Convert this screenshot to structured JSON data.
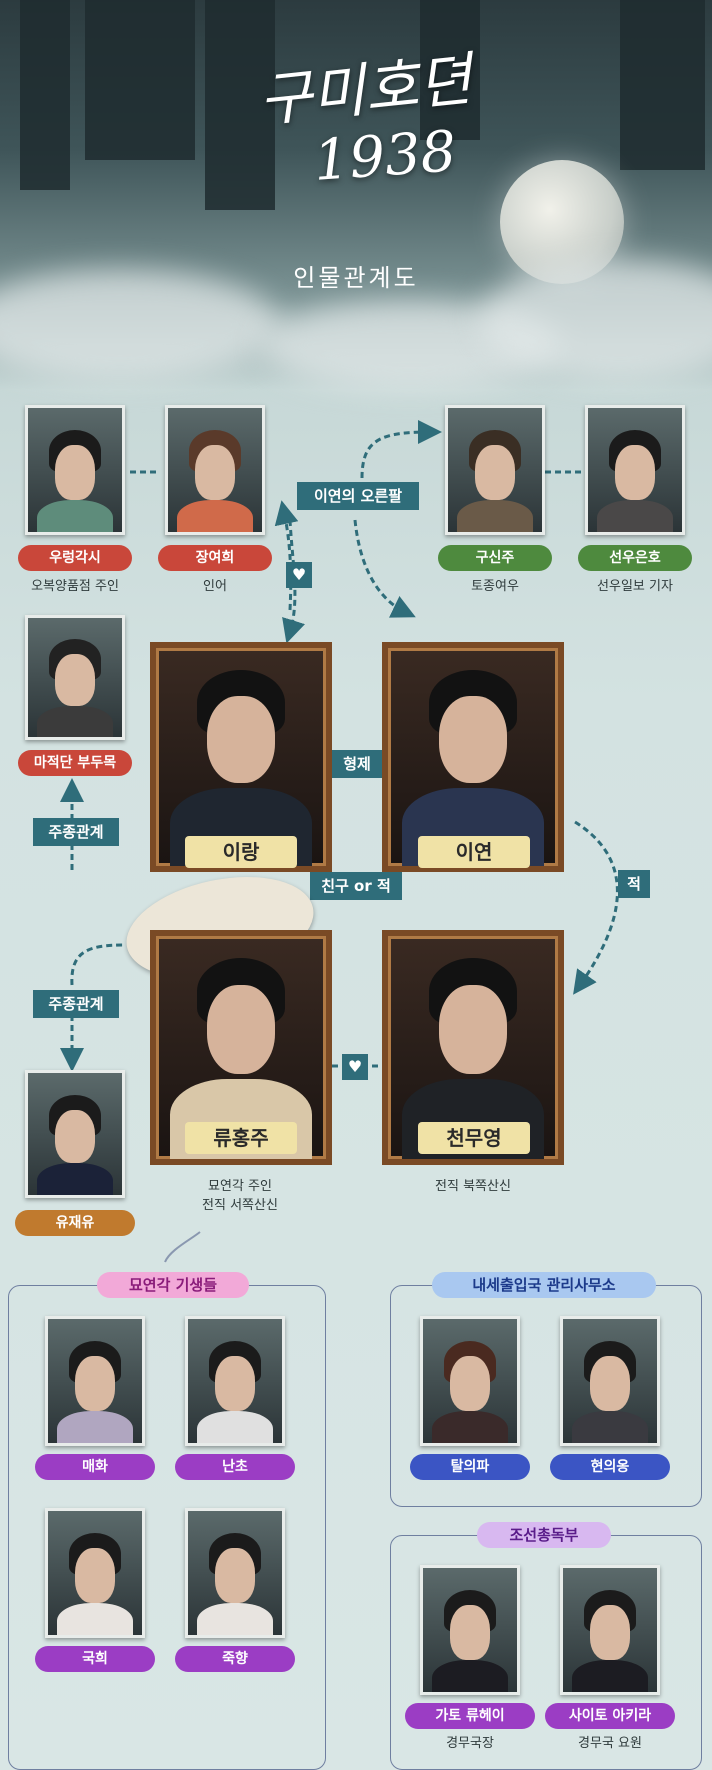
{
  "title": {
    "line1": "구미호뎐",
    "line2": "1938",
    "subtitle": "인물관계도"
  },
  "colors": {
    "relation": "#2f6d7a",
    "red_tag": "#c9473a",
    "green_tag": "#4e8a3e",
    "purple_tag": "#9b3dc4",
    "blue_tag": "#3b55c4"
  },
  "characters": {
    "woorung": {
      "name": "우렁각시",
      "desc": "오복양품점 주인"
    },
    "jangyeohee": {
      "name": "장여희",
      "desc": "인어"
    },
    "gusinju": {
      "name": "구신주",
      "desc": "토종여우"
    },
    "seonwooeunho": {
      "name": "선우은호",
      "desc": "선우일보 기자"
    },
    "majeokdan": {
      "name": "마적단 부두목"
    },
    "irang": {
      "name": "이랑"
    },
    "iyeon": {
      "name": "이연"
    },
    "ryuhongju": {
      "name": "류홍주",
      "desc1": "묘연각 주인",
      "desc2": "전직 서쪽산신"
    },
    "cheonmuyeong": {
      "name": "천무영",
      "desc": "전직 북쪽산신"
    },
    "yujaeyu": {
      "name": "유재유"
    }
  },
  "relations": {
    "iyeon_right_arm": "이연의 오른팔",
    "brothers": "형제",
    "friend_or_enemy": "친구 or 적",
    "enemy": "적",
    "master_servant_1": "주종관계",
    "master_servant_2": "주종관계",
    "heart1": "♥",
    "heart2": "♥"
  },
  "groups": {
    "gisaeng": {
      "title": "묘연각 기생들",
      "members": [
        "매화",
        "난초",
        "국희",
        "죽향"
      ]
    },
    "immigration": {
      "title": "내세출입국 관리사무소",
      "members": [
        "탈의파",
        "현의옹"
      ]
    },
    "governor": {
      "title": "조선총독부",
      "members": [
        {
          "name": "가토 류헤이",
          "desc": "경무국장"
        },
        {
          "name": "사이토 아키라",
          "desc": "경무국 요원"
        }
      ]
    }
  }
}
